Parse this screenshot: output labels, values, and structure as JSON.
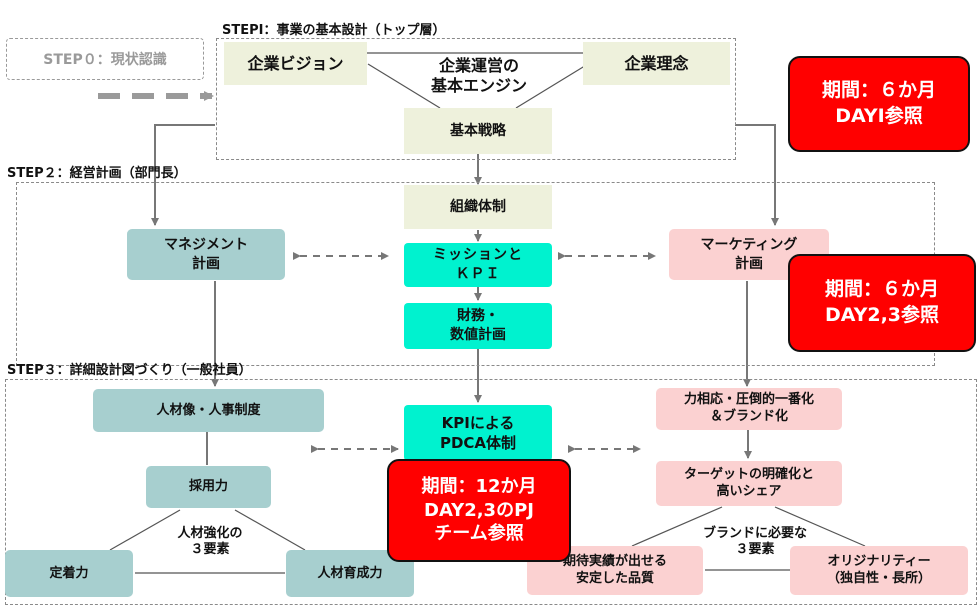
{
  "steps": {
    "step1": "STEPⅠ：事業の基本設計（トップ層）",
    "step0": "STEP０：現状認識",
    "step2": "STEP２：経営計画（部門長）",
    "step3": "STEP３：詳細設計図づくり（一般社員）"
  },
  "top": {
    "vision": "企業ビジョン",
    "philosophy": "企業理念",
    "engine": "企業運営の\n基本エンジン",
    "strategy": "基本戦略"
  },
  "middle": {
    "organization": "組織体制",
    "management_plan": "マネジメント\n計画",
    "mission_kpi": "ミッションと\nＫＰＩ",
    "marketing_plan": "マーケティング\n計画",
    "finance_plan": "財務・\n数値計画"
  },
  "bottom": {
    "hr_system": "人材像・人事制度",
    "recruiting": "採用力",
    "hr_three": "人材強化の\n３要素",
    "retention": "定着力",
    "development": "人材育成力",
    "kpi_pdca": "KPIによる\nPDCA体制",
    "synergy": "力相応・圧倒的一番化\n＆ブランド化",
    "target": "ターゲットの明確化と\n高いシェア",
    "brand_three": "ブランドに必要な\n３要素",
    "quality": "期待実績が出せる\n安定した品質",
    "originality": "オリジナリティー\n（独自性・長所）"
  },
  "periods": {
    "p1": "期間：６か月\nDAYⅠ参照",
    "p2": "期間：６か月\nDAY2,3参照",
    "p3": "期間：12か月\nDAY2,3のPJ\nチーム参照"
  },
  "colors": {
    "beige": "#eef1dc",
    "teal": "#a7cfcf",
    "cyan": "#00f2cf",
    "pink": "#fbd1d1",
    "red": "#ff0000",
    "line": "#777777"
  }
}
